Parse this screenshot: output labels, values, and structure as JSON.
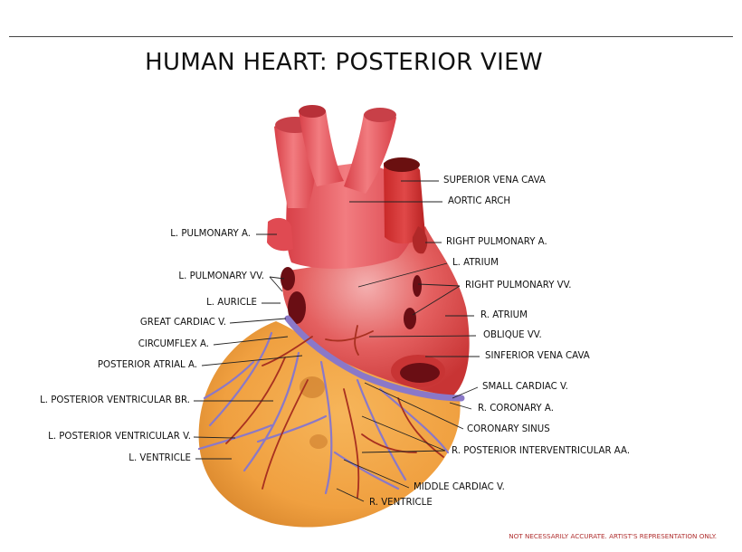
{
  "title": "HUMAN HEART: POSTERIOR VIEW",
  "disclaimer": "NOT NECESSARILY ACCURATE. ARTIST'S REPRESENTATION ONLY.",
  "labels_left": [
    "L. PULMONARY A.",
    "L. PULMONARY VV.",
    "L. AURICLE",
    "GREAT CARDIAC V.",
    "CIRCUMFLEX A.",
    "POSTERIOR ATRIAL A.",
    "L. POSTERIOR VENTRICULAR BR.",
    "L. POSTERIOR VENTRICULAR V.",
    "L. VENTRICLE"
  ],
  "labels_right": [
    "SUPERIOR VENA CAVA",
    "AORTIC ARCH",
    "RIGHT PULMONARY A.",
    "L. ATRIUM",
    "RIGHT PULMONARY VV.",
    "R. ATRIUM",
    "OBLIQUE VV.",
    "SINFERIOR VENA CAVA",
    "SMALL CARDIAC V.",
    "R. CORONARY A.",
    "CORONARY SINUS",
    "R. POSTERIOR INTERVENTRICULAR AA.",
    "MIDDLE CARDIAC V.",
    "R. VENTRICLE"
  ],
  "colors": {
    "vessel_red": "#e8505a",
    "atrium_red": "#de4a4a",
    "ventricle_orange": "#f0a040",
    "vein_purple": "#8a78c8",
    "artery_dark_red": "#a83020",
    "disclaimer_red": "#b03030"
  }
}
